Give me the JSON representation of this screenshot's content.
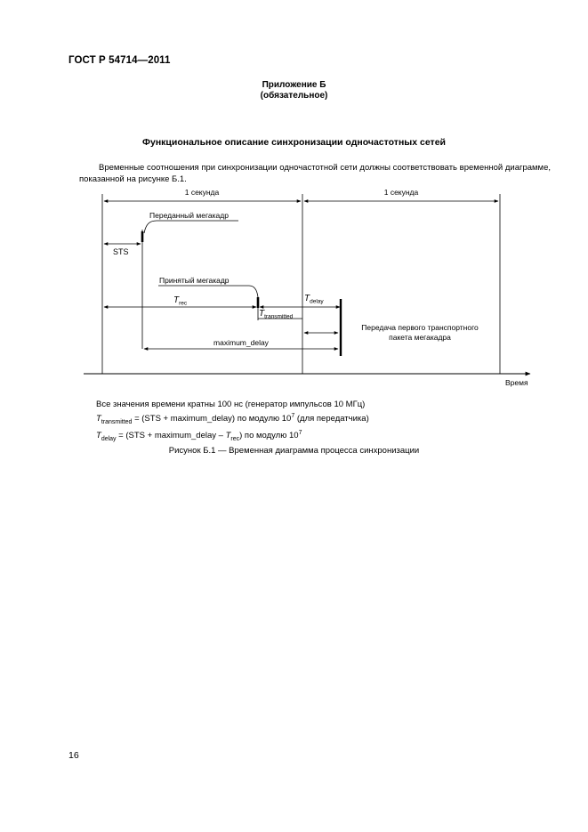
{
  "header": {
    "standard_code": "ГОСТ Р 54714—2011"
  },
  "annex": {
    "title": "Приложение Б",
    "status": "(обязательное)"
  },
  "section": {
    "title": "Функциональное описание синхронизации одночастотных сетей",
    "paragraph": "Временные соотношения при синхронизации одночастотной сети должны соответствовать временной диаграмме, показанной на рисунке Б.1."
  },
  "diagram": {
    "second_label_1": "1 секунда",
    "second_label_2": "1 секунда",
    "transmitted_megaframe": "Переданный мегакадр",
    "sts": "STS",
    "received_megaframe": "Принятый мегакадр",
    "t_rec": {
      "T": "T",
      "sub": "rec"
    },
    "t_delay": {
      "T": "T",
      "sub": "delay"
    },
    "t_transmitted": {
      "T": "T",
      "sub": "transmitted"
    },
    "maximum_delay": "maximum_delay",
    "first_packet_line1": "Передача первого транспортного",
    "first_packet_line2": "пакета мегакадра",
    "time_axis": "Время"
  },
  "notes": {
    "line1": "Все значения времени кратны 100 нс (генератор импульсов 10 МГц)",
    "line2": {
      "T": "T",
      "sub": "transmitted",
      "text": " = (STS + maximum_delay) по модулю 10",
      "sup": "7",
      "tail": " (для передатчика)"
    },
    "line3": {
      "T": "T",
      "sub": "delay",
      "text": " = (STS + maximum_delay – ",
      "T2": "T",
      "sub2": "rec",
      "text2": ") по модулю 10",
      "sup": "7"
    }
  },
  "figure_caption": "Рисунок Б.1 — Временная диаграмма процесса синхронизации",
  "page_number": "16"
}
